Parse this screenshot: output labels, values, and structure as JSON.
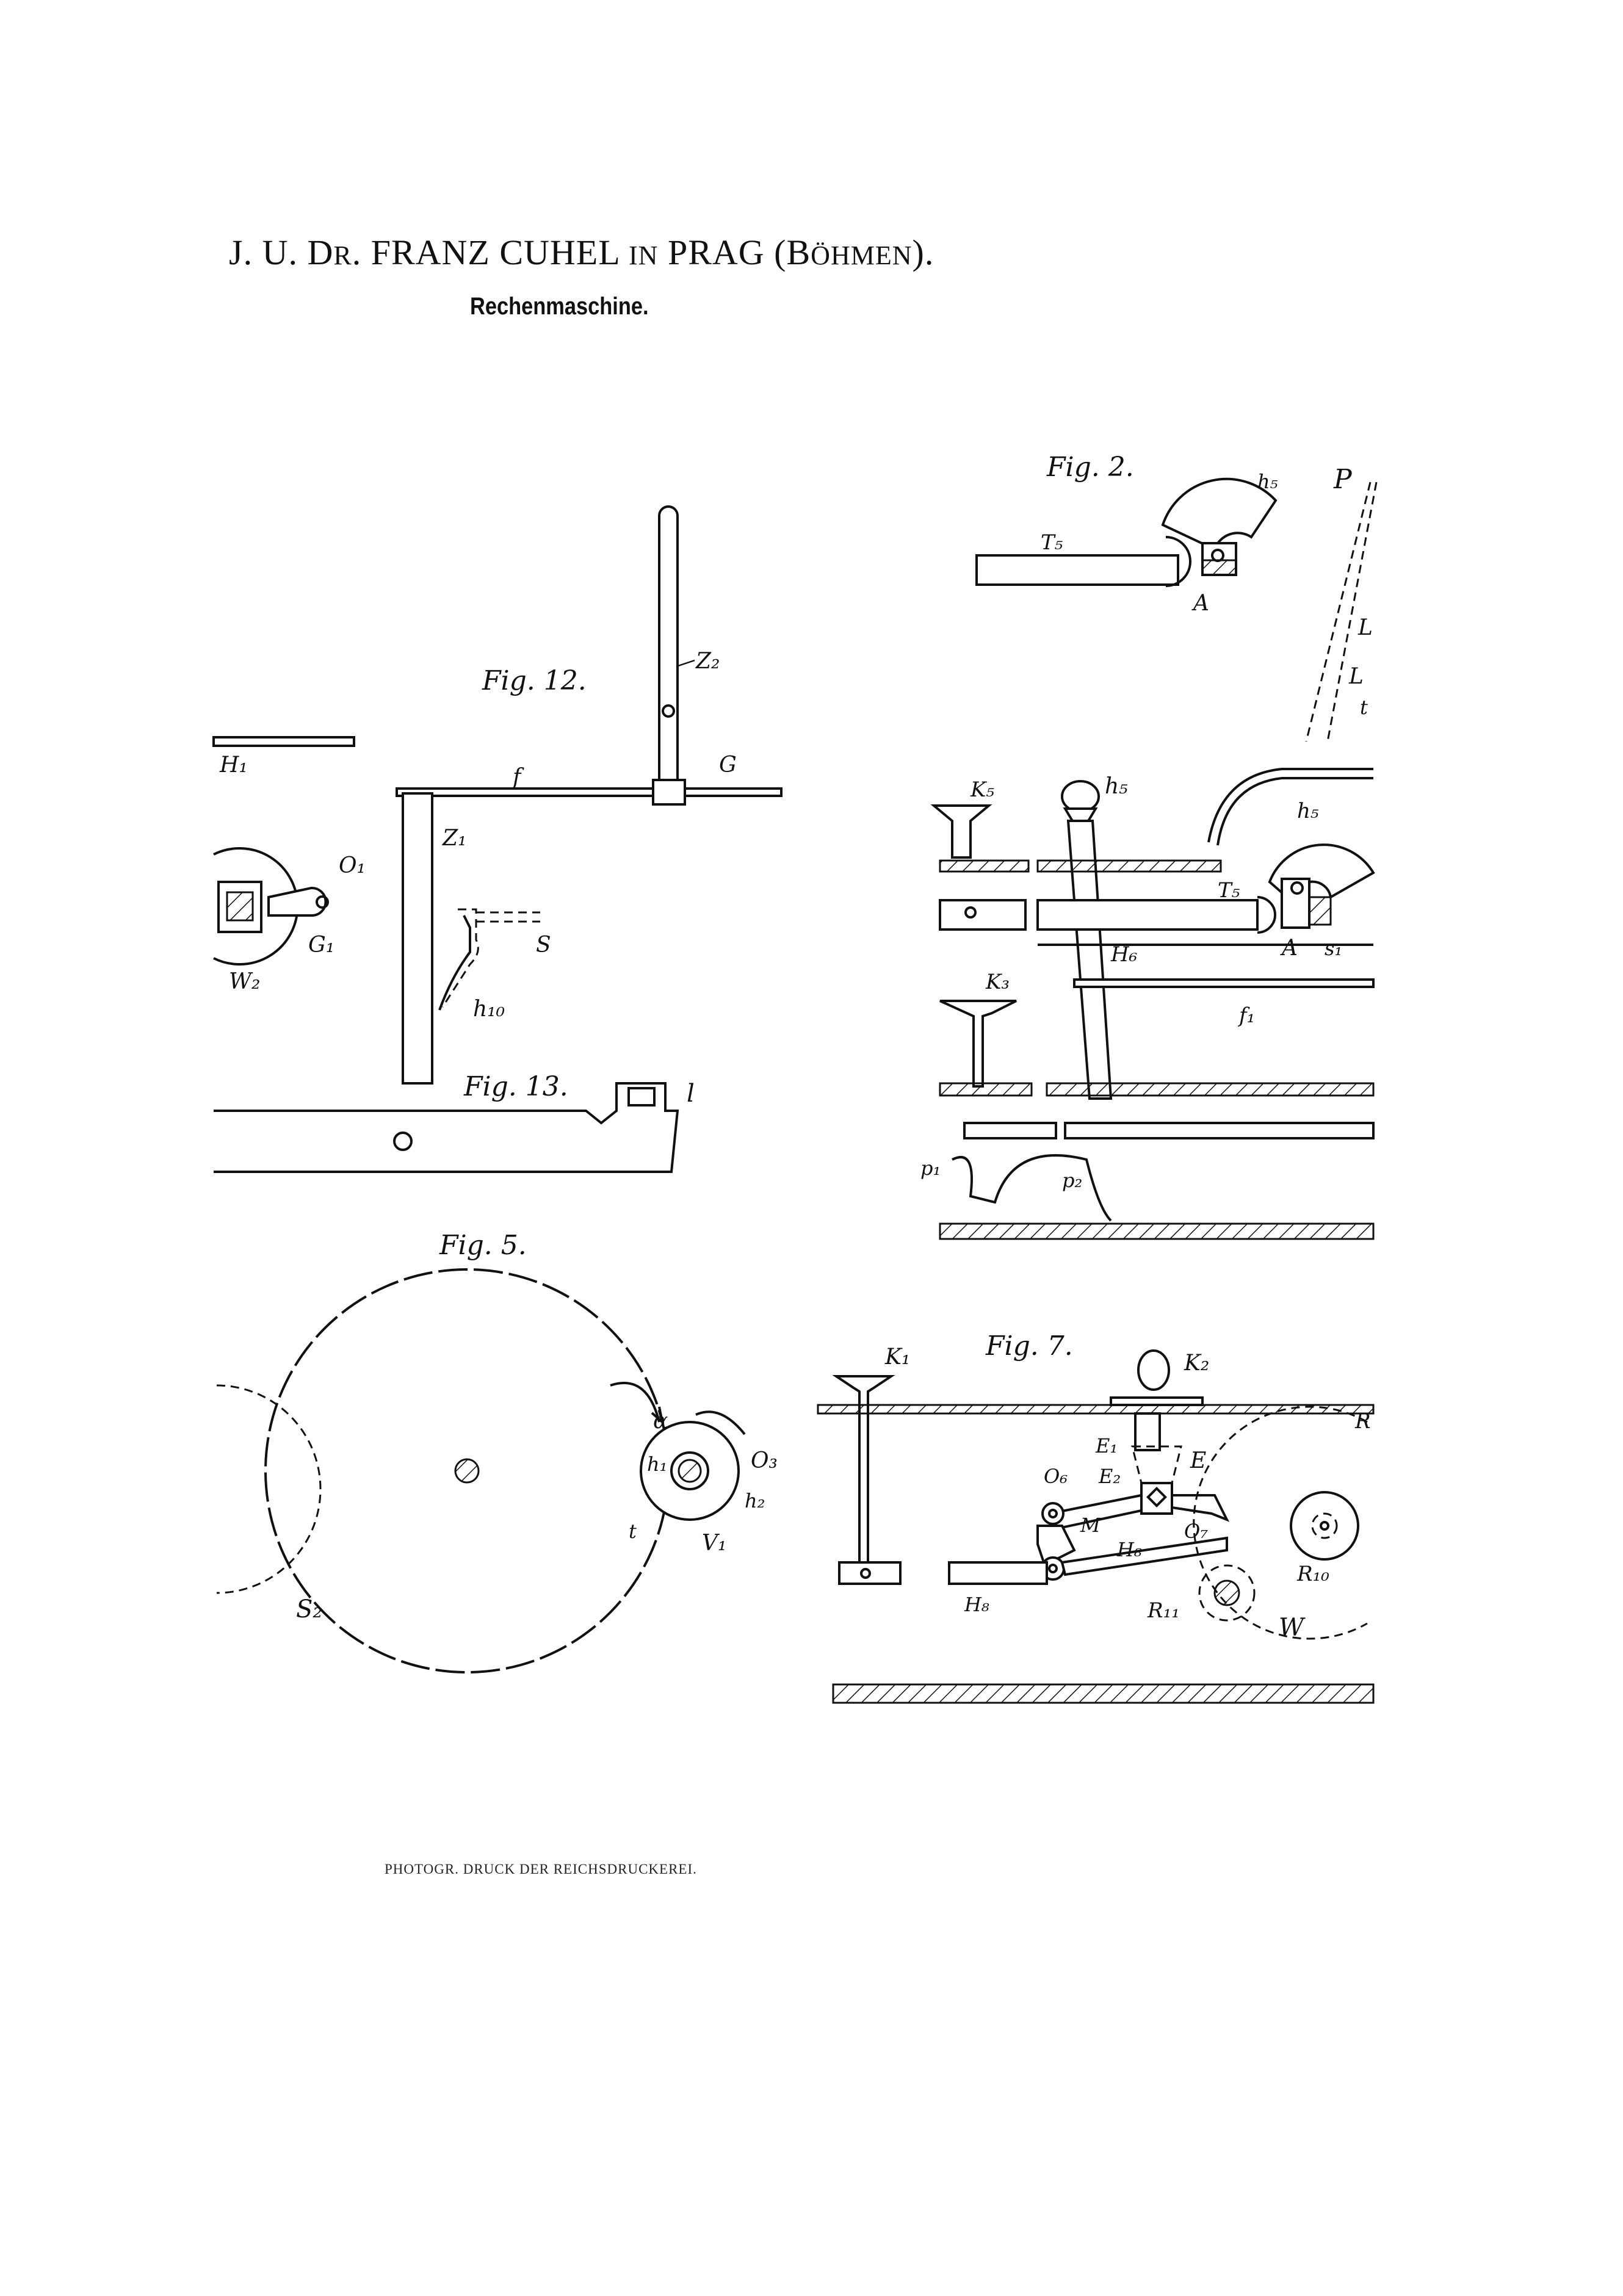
{
  "header": {
    "part1": "J. U. D",
    "part1_small": "R",
    "part2": ". FRANZ CUHEL ",
    "part2_small": "IN",
    "part3": " PRAG (B",
    "part3_small": "ÖHMEN",
    "part4": ")."
  },
  "subtitle": "Rechenmaschine.",
  "footer": "PHOTOGR. DRUCK DER REICHSDRUCKEREI.",
  "figures": {
    "fig12": {
      "caption": "Fig. 12.",
      "labels": [
        "Z₂",
        "f",
        "G",
        "Z₁",
        "H₁",
        "O₁",
        "G₁",
        "W₂",
        "S",
        "h₁₀"
      ]
    },
    "fig13": {
      "caption": "Fig. 13.",
      "labels": [
        "l"
      ]
    },
    "fig5": {
      "caption": "Fig. 5.",
      "labels": [
        "α",
        "h₁",
        "O₃",
        "h₂",
        "V₁",
        "t",
        "S₂"
      ]
    },
    "fig2": {
      "caption": "Fig. 2.",
      "labels": [
        "T₅",
        "h₅",
        "A",
        "P",
        "L",
        "L",
        "t",
        "K₅",
        "h₅",
        "T₅",
        "A",
        "s₁",
        "H₆",
        "K₃",
        "f₁",
        "p₁",
        "p₂"
      ]
    },
    "fig7": {
      "caption": "Fig. 7.",
      "labels": [
        "K₁",
        "K₂",
        "E₁",
        "E₂",
        "E",
        "O₆",
        "M",
        "H₈",
        "O₇",
        "H₈",
        "R₁₁",
        "W",
        "R₁₀",
        "R"
      ]
    }
  }
}
